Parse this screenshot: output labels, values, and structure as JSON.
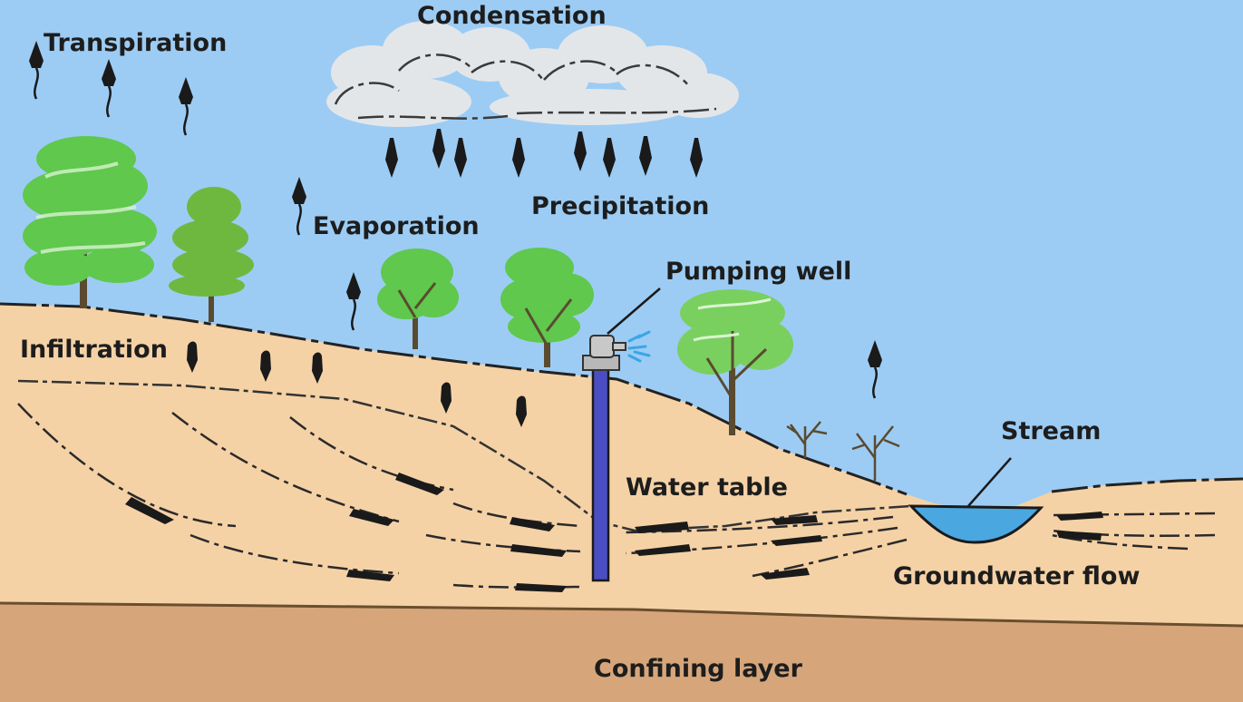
{
  "diagram": {
    "labels": {
      "condensation": "Condensation",
      "transpiration": "Transpiration",
      "precipitation": "Precipitation",
      "evaporation": "Evaporation",
      "pumping_well": "Pumping well",
      "infiltration": "Infiltration",
      "stream": "Stream",
      "water_table": "Water table",
      "groundwater_flow": "Groundwater flow",
      "confining_layer": "Confining layer"
    },
    "colors": {
      "sky": "#9cccf4",
      "soil": "#f5d2a6",
      "confining_layer": "#d6a67a",
      "cloud": "#e3e6e9",
      "tree_foliage": "#5fc84d",
      "conifer_foliage": "#6fb83f",
      "well_pipe": "#4a4ec2",
      "stream_water": "#4aa7e0",
      "arrow": "#1a1a1a"
    }
  }
}
